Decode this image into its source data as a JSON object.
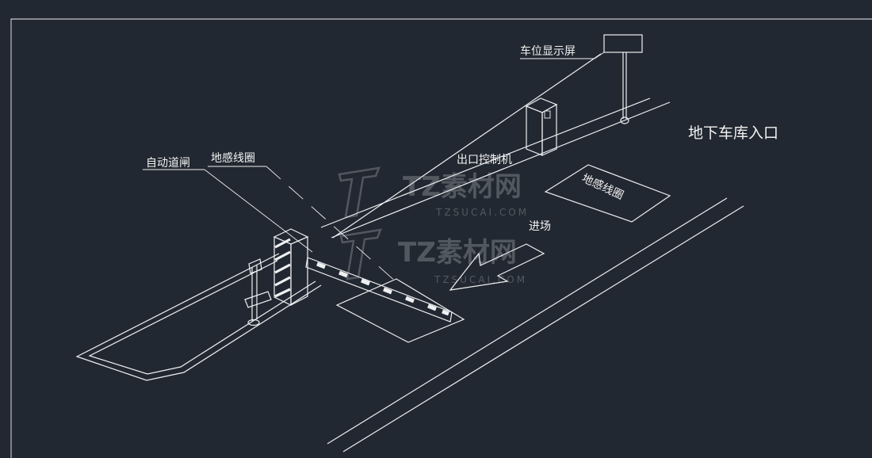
{
  "labels": {
    "title": "地下车库入口",
    "barrier_gate": "自动道闸",
    "loop_detector_left": "地感线圈",
    "loop_detector_right": "地感线圈",
    "space_display": "车位显示屏",
    "exit_controller": "出口控制机",
    "entry": "进场"
  },
  "watermark": {
    "brand": "TZ素材网",
    "domain": "TZSUCAI.COM"
  },
  "colors": {
    "background": "#222831",
    "line": "#eef0f2"
  }
}
